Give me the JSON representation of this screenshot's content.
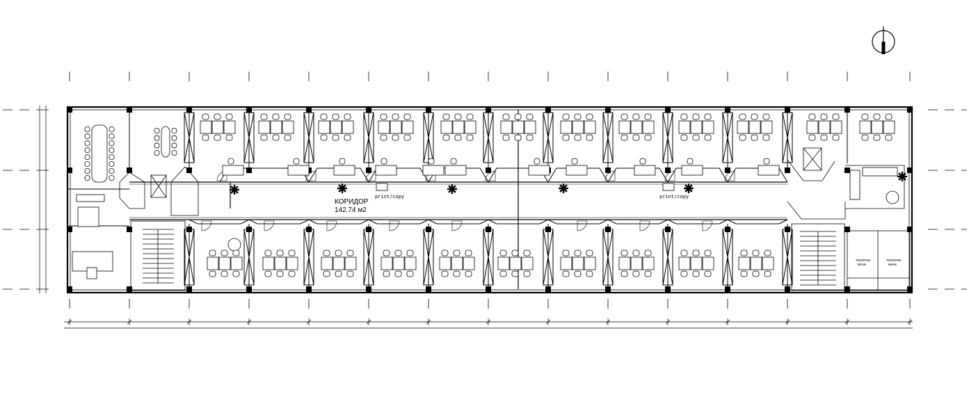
{
  "plan": {
    "corridor_label": "КОРИДОР",
    "corridor_area": "142.74 м2",
    "print_copy_1": "print/copy",
    "print_copy_2": "print/copy",
    "toilet_1_line1": "тоалетни",
    "toilet_1_line2": "жени",
    "toilet_2_line1": "тоалетни",
    "toilet_2_line2": "жени"
  },
  "icons": {
    "north_arrow": "north-arrow-icon",
    "plant": "plant-icon",
    "stairs": "stairs-icon",
    "elevator": "elevator-icon"
  },
  "colors": {
    "line": "#000000",
    "background": "#ffffff"
  }
}
